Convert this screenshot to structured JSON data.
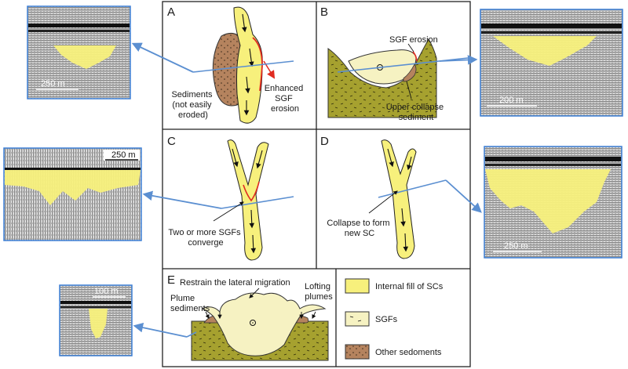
{
  "panels": {
    "A": {
      "label": "A",
      "sediments_label": [
        "Sediments",
        "(not easily",
        "eroded)"
      ],
      "erosion_label": [
        "Enhanced",
        "SGF",
        "erosion"
      ]
    },
    "B": {
      "label": "B",
      "erosion_label": "SGF erosion",
      "collapse_label": [
        "Upper collapse",
        "sediment"
      ]
    },
    "C": {
      "label": "C",
      "converge_label": [
        "Two or more SGFs",
        "converge"
      ]
    },
    "D": {
      "label": "D",
      "collapse_label": [
        "Collapse to form",
        "new SC"
      ]
    },
    "E": {
      "label": "E",
      "restrain_label": "Restrain the lateral migration",
      "plume_label": [
        "Plume",
        "sediments"
      ],
      "lofting_label": [
        "Lofting",
        "plumes"
      ]
    }
  },
  "legend": {
    "items": [
      {
        "label": "Internal fill of SCs",
        "icon": "yellow-fill-swatch"
      },
      {
        "label": "SGFs",
        "icon": "sgf-dash-swatch"
      },
      {
        "label": "Other sedoments",
        "icon": "brown-dotted-swatch"
      }
    ]
  },
  "seismic_sections": {
    "top_left_scale": "250 m",
    "top_right_scale": "200 m",
    "middle_left_scale": "250 m",
    "middle_right_scale": "250 m",
    "bottom_left_scale": "100 m"
  },
  "colors": {
    "fill_yellow": "#f7f07c",
    "light_fill": "#f6f2c2",
    "olive_ground": "#a6a12f",
    "brown_sediment": "#b5835e",
    "arrow_blue": "#5b8fd1",
    "erosion_red": "#e02b20"
  }
}
